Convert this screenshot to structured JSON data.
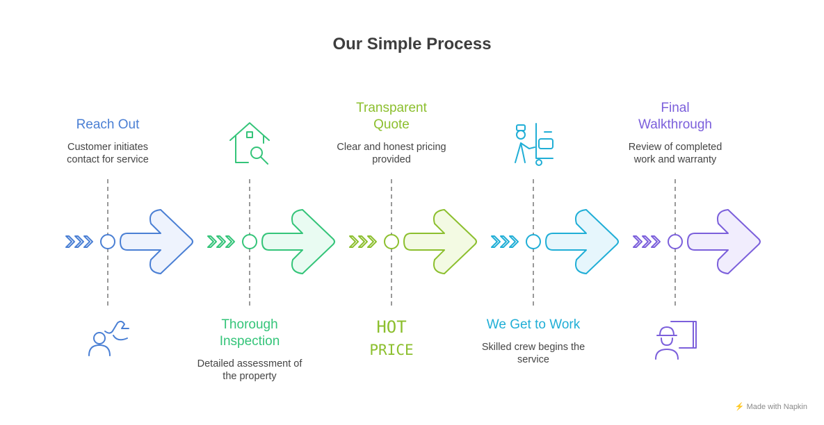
{
  "title": "Our Simple Process",
  "steps": [
    {
      "title": "Reach Out",
      "desc": "Customer initiates contact for service",
      "color": "#4a7fd4",
      "fill": "#eef3fd",
      "icon": "person-waving-icon"
    },
    {
      "title": "Thorough Inspection",
      "desc": "Detailed assessment of the property",
      "color": "#34c479",
      "fill": "#e9fbf2",
      "icon": "house-magnifier-icon"
    },
    {
      "title": "Transparent Quote",
      "desc": "Clear and honest pricing provided",
      "color": "#8cbf2e",
      "fill": "#f3fae3",
      "icon": "hot-price-icon",
      "icon_text_top": "HOT",
      "icon_text_bottom": "PRICE"
    },
    {
      "title": "We Get to Work",
      "desc": "Skilled crew begins the service",
      "color": "#20aed6",
      "fill": "#e6f6fc",
      "icon": "worker-cart-icon"
    },
    {
      "title": "Final Walkthrough",
      "desc": "Review of completed work and warranty",
      "color": "#7b5fdb",
      "fill": "#f1edfd",
      "icon": "engineer-blueprint-icon"
    }
  ],
  "watermark": "Made with Napkin"
}
